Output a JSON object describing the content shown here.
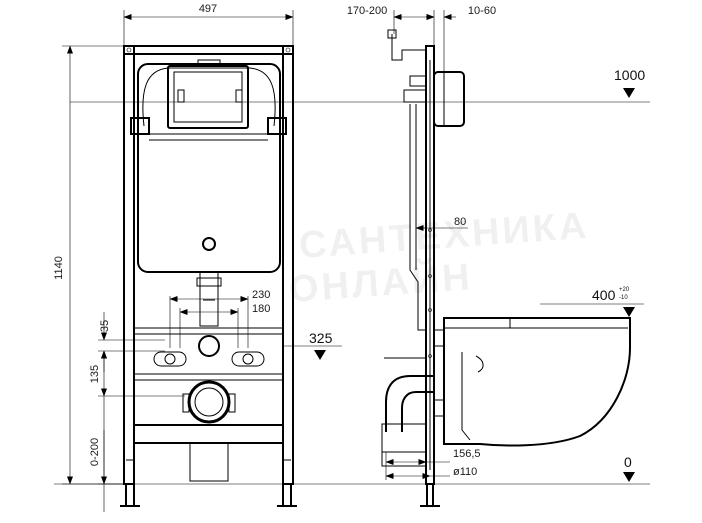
{
  "front_view": {
    "width_dim": "497",
    "height_dim": "1140",
    "dim_35": "35",
    "dim_135": "135",
    "dim_0_200": "0-200",
    "dim_230": "230",
    "dim_180": "180",
    "level_325": "325"
  },
  "side_view": {
    "depth_dim": "170-200",
    "offset_dim": "10-60",
    "level_1000": "1000",
    "dim_80": "80",
    "level_400": "400",
    "tol_plus": "+20",
    "tol_minus": "-10",
    "dim_156_5": "156,5",
    "pipe_dia": "ø110",
    "level_0": "0"
  },
  "watermark": {
    "line1": "САНТЕХНИКА",
    "line2": "ОНЛАЙН"
  }
}
